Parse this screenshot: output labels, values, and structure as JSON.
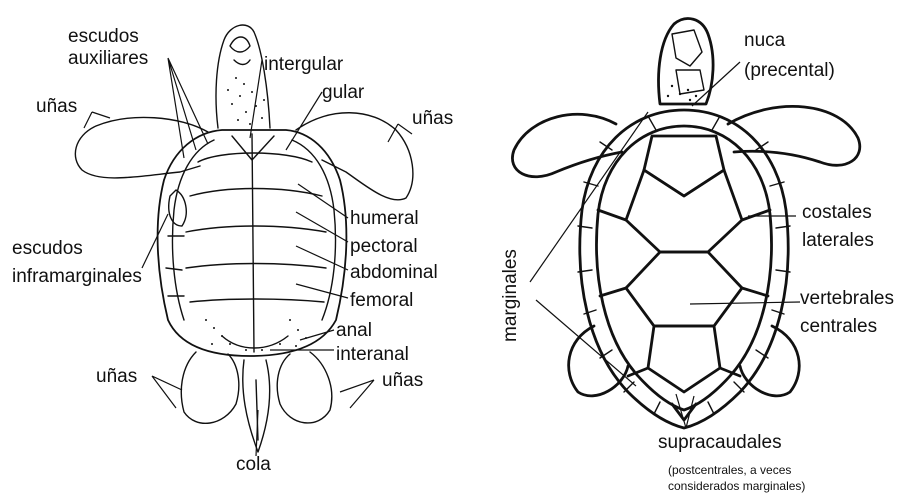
{
  "plastron_labels": {
    "escudos_auxiliares_1": "escudos",
    "escudos_auxiliares_2": "auxiliares",
    "unas_top_left": "uñas",
    "unas_top_right": "uñas",
    "intergular": "intergular",
    "gular": "gular",
    "humeral": "humeral",
    "pectoral": "pectoral",
    "abdominal": "abdominal",
    "femoral": "femoral",
    "anal": "anal",
    "interanal": "interanal",
    "escudos_inframarginales_1": "escudos",
    "escudos_inframarginales_2": "inframarginales",
    "unas_bottom_left": "uñas",
    "unas_bottom_right": "uñas",
    "cola": "cola"
  },
  "carapace_labels": {
    "nuca_1": "nuca",
    "nuca_2": "(precental)",
    "costales_1": "costales",
    "costales_2": "laterales",
    "vertebrales_1": "vertebrales",
    "vertebrales_2": "centrales",
    "marginales": "marginales",
    "supracaudales": "supracaudales",
    "note_1": "(postcentrales, a veces",
    "note_2": "considerados marginales)"
  }
}
